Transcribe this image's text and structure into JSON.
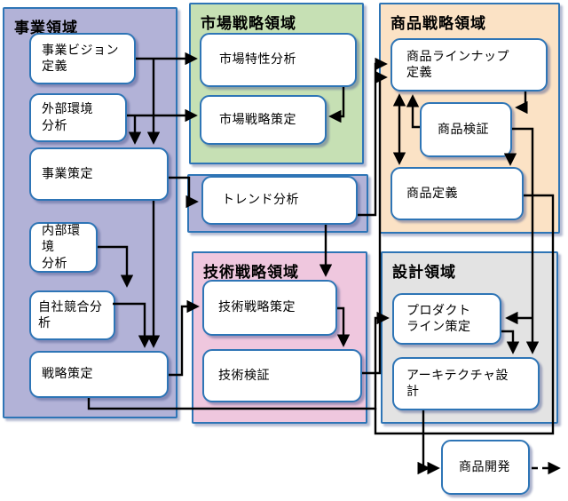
{
  "regions": {
    "business": {
      "title": "事業領域"
    },
    "market": {
      "title": "市場戦略領域"
    },
    "product": {
      "title": "商品戦略領域"
    },
    "tech": {
      "title": "技術戦略領域"
    },
    "design": {
      "title": "設計領域"
    }
  },
  "nodes": {
    "vision": {
      "label": "事業ビジョン\n定義"
    },
    "extenv": {
      "label": "外部環境\n分析"
    },
    "bizplan": {
      "label": "事業策定"
    },
    "intenv": {
      "label": "内部環境\n分析"
    },
    "competition": {
      "label": "自社競合分析"
    },
    "strategy": {
      "label": "戦略策定"
    },
    "market_analysis": {
      "label": "市場特性分析"
    },
    "market_strategy": {
      "label": "市場戦略策定"
    },
    "trend": {
      "label": "トレンド分析"
    },
    "tech_strategy": {
      "label": "技術戦略策定"
    },
    "tech_verify": {
      "label": "技術検証"
    },
    "lineup": {
      "label": "商品ラインナップ\n定義"
    },
    "product_verify": {
      "label": "商品検証"
    },
    "product_def": {
      "label": "商品定義"
    },
    "product_line": {
      "label": "プロダクト\nライン策定"
    },
    "architecture": {
      "label": "アーキテクチャ設\n計"
    },
    "product_dev": {
      "label": "商品開発"
    }
  },
  "edges": [
    {
      "from": "vision",
      "to": "market_analysis",
      "type": "arrow"
    },
    {
      "from": "vision",
      "to": "bizplan",
      "type": "arrow"
    },
    {
      "from": "extenv",
      "to": "market_strategy",
      "type": "arrow"
    },
    {
      "from": "extenv",
      "to": "bizplan",
      "type": "arrow"
    },
    {
      "from": "market_analysis",
      "to": "market_strategy",
      "type": "arrow"
    },
    {
      "from": "intenv",
      "to": "competition",
      "type": "arrow"
    },
    {
      "from": "competition",
      "to": "strategy",
      "type": "arrow"
    },
    {
      "from": "bizplan",
      "to": "strategy",
      "type": "arrow"
    },
    {
      "from": "bizplan",
      "to": "trend",
      "type": "arrow"
    },
    {
      "from": "trend",
      "to": "tech_strategy",
      "type": "arrow"
    },
    {
      "from": "trend",
      "to": "lineup",
      "type": "arrow"
    },
    {
      "from": "strategy",
      "to": "tech_strategy",
      "type": "arrow"
    },
    {
      "from": "strategy",
      "to": "product_line",
      "type": "arrow"
    },
    {
      "from": "product_def",
      "to": "product_line",
      "type": "merge"
    },
    {
      "from": "tech_strategy",
      "to": "tech_verify",
      "type": "arrow"
    },
    {
      "from": "tech_verify",
      "to": "lineup",
      "type": "arrow"
    },
    {
      "from": "lineup",
      "to": "product_verify",
      "type": "arrow"
    },
    {
      "from": "product_verify",
      "to": "lineup",
      "type": "arrow"
    },
    {
      "from": "lineup",
      "to": "product_def",
      "type": "bidirectional"
    },
    {
      "from": "product_verify",
      "to": "product_def",
      "type": "arrow"
    },
    {
      "from": "product_verify",
      "to": "product_line",
      "type": "arrow"
    },
    {
      "from": "product_verify",
      "to": "architecture",
      "type": "arrow"
    },
    {
      "from": "product_line",
      "to": "architecture",
      "type": "arrow"
    },
    {
      "from": "architecture",
      "to": "product_dev",
      "type": "arrow"
    },
    {
      "from": "product_dev",
      "to": "external",
      "type": "dashed-arrow"
    }
  ],
  "colors": {
    "region_border": "#2e75b6",
    "node_border": "#2e75b6",
    "node_bg": "#ffffff",
    "business_bg": "#b2b2d7",
    "market_bg": "#c6e0b4",
    "product_bg": "#fbe2c5",
    "tech_bg": "#efc7de",
    "design_bg": "#e3e3e3",
    "arrow": "#000000"
  }
}
